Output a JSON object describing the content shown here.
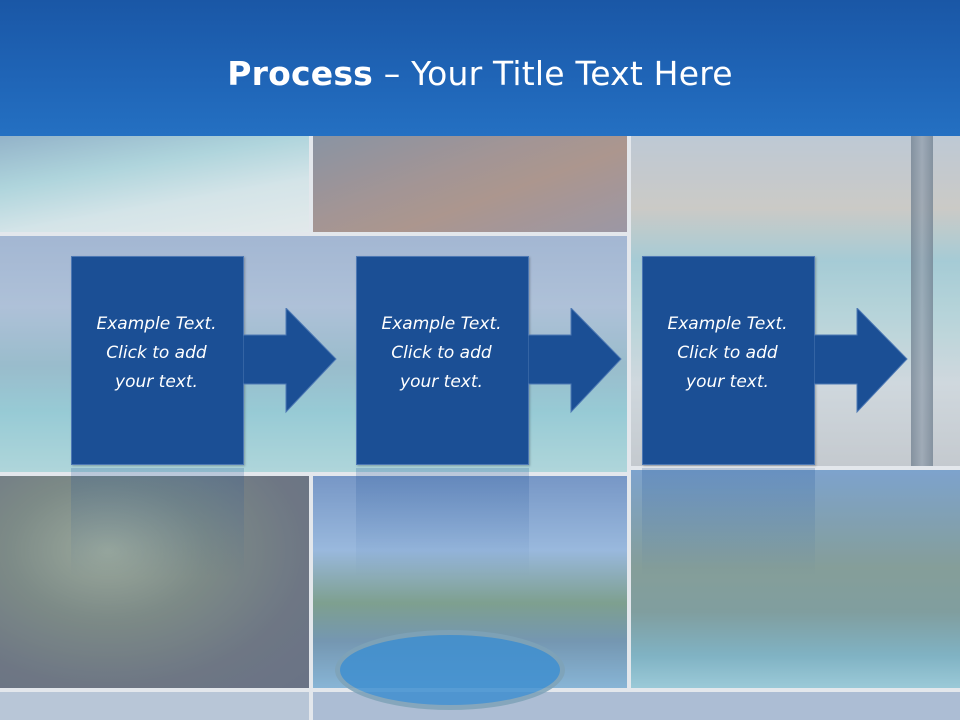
{
  "slide": {
    "title_bold": "Process",
    "title_rest": " – Your Title Text Here"
  },
  "steps": [
    {
      "text": "Example Text.\nClick  to add\nyour text."
    },
    {
      "text": "Example Text.\nClick  to add\nyour text."
    },
    {
      "text": "Example Text.\nClick  to add\nyour text."
    }
  ],
  "colors": {
    "title_bar": "#1f64b6",
    "step_fill": "#1b4f95",
    "text": "#ffffff"
  }
}
